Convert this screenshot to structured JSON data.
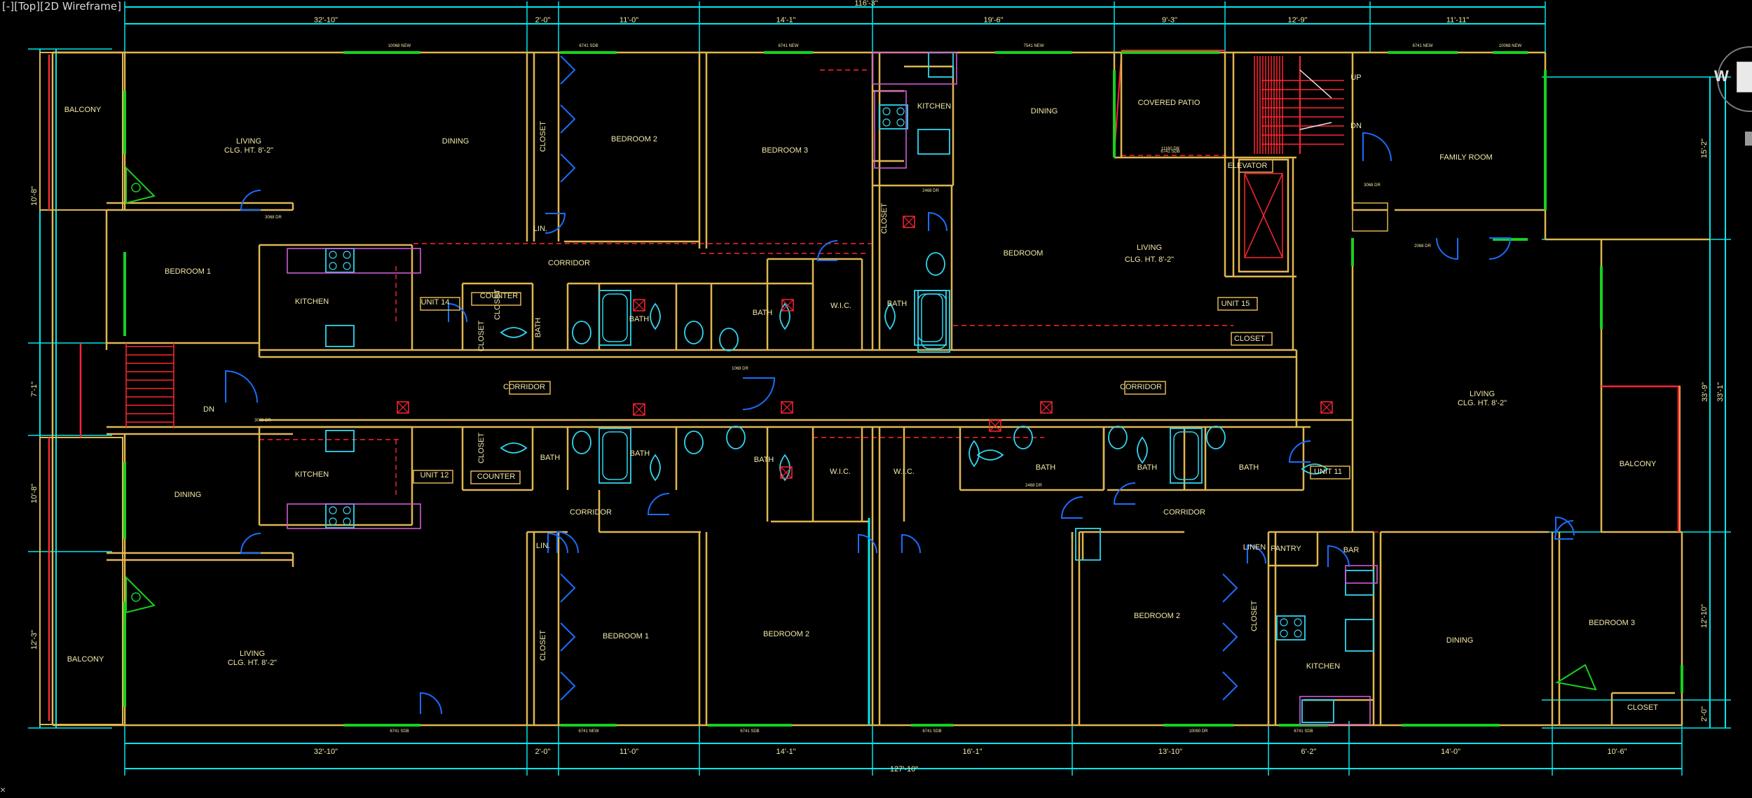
{
  "viewport": {
    "label": "[-][Top][2D Wireframe]"
  },
  "colors": {
    "wall": "#e0b650",
    "dim": "#00e7ee",
    "text": "#f3e8a8",
    "window": "#16d01e",
    "door": "#1a6dff",
    "stair": "#ff2633",
    "fixture": "#2fd6f0",
    "cabinet": "#cf5bd8",
    "hidden": "#ff2633",
    "white": "#e8e8e8"
  },
  "dimensions": {
    "top_overall": "116'-3\"",
    "bottom_overall": "127'-10\"",
    "top": [
      "32'-10\"",
      "2'-0\"",
      "11'-0\"",
      "14'-1\"",
      "19'-6\"",
      "9'-3\"",
      "12'-9\"",
      "11'-11\""
    ],
    "bottom": [
      "32'-10\"",
      "2'-0\"",
      "11'-0\"",
      "14'-1\"",
      "16'-1\"",
      "13'-10\"",
      "6'-2\"",
      "14'-0\"",
      "10'-6\""
    ],
    "left": [
      "10'-8\"",
      "7'-1\"",
      "10'-8\"",
      "12'-3\""
    ],
    "right": [
      "15'-2\"",
      "33'-9\"",
      "33'-1\"",
      "12'-10\"",
      "2'-0\""
    ]
  },
  "rooms": [
    "BALCONY",
    "LIVING",
    "CLG. HT. 8'-2\"",
    "DINING",
    "CLOSET",
    "BEDROOM 2",
    "BEDROOM 3",
    "KITCHEN",
    "DINING",
    "COVERED PATIO",
    "UP",
    "DN",
    "ELEVATOR",
    "FAMILY ROOM",
    "BEDROOM 1",
    "LIN.",
    "CORRIDOR",
    "CLOSET",
    "KITCHEN",
    "UNIT 14",
    "COUNTER",
    "CLOSET",
    "BATH",
    "BATH",
    "BATH",
    "W.I.C.",
    "CLOSET",
    "BATH",
    "BEDROOM",
    "LIVING",
    "CLG. HT. 8'-2\"",
    "UNIT 15",
    "CLOSET",
    "DN",
    "CORRIDOR",
    "CORRIDOR",
    "LIVING",
    "CLG. HT. 8'-2\"",
    "BALCONY",
    "DINING",
    "KITCHEN",
    "UNIT 12",
    "COUNTER",
    "CLOSET",
    "BATH",
    "BATH",
    "BATH",
    "W.I.C.",
    "W.I.C.",
    "BATH",
    "BATH",
    "BATH",
    "UNIT 11",
    "CORRIDOR",
    "CORRIDOR",
    "LIN.",
    "BEDROOM 1",
    "BEDROOM 2",
    "CLOSET",
    "BEDROOM 2",
    "CLOSET",
    "LINEN",
    "PANTRY",
    "BAR",
    "KITCHEN",
    "DINING",
    "BEDROOM 3",
    "CLOSET",
    "BALCONY",
    "LIVING",
    "CLG. HT. 8'-2\""
  ],
  "tags": {
    "windows": [
      "10068 NEW",
      "6741 SDB",
      "6741 NEW",
      "7541 NEW",
      "6741 SDB",
      "6741 NEW",
      "10068 NEW",
      "6741 SDB",
      "6741 NEW",
      "6741 SDB",
      "6741 SDB",
      "10060 DR",
      "6741 SDB"
    ],
    "doors": [
      "3068 DR",
      "2068 DR",
      "2468 DR",
      "3068 DR",
      "1068 DR",
      "3068 DR",
      "2468 DR",
      "11160 DR"
    ]
  }
}
